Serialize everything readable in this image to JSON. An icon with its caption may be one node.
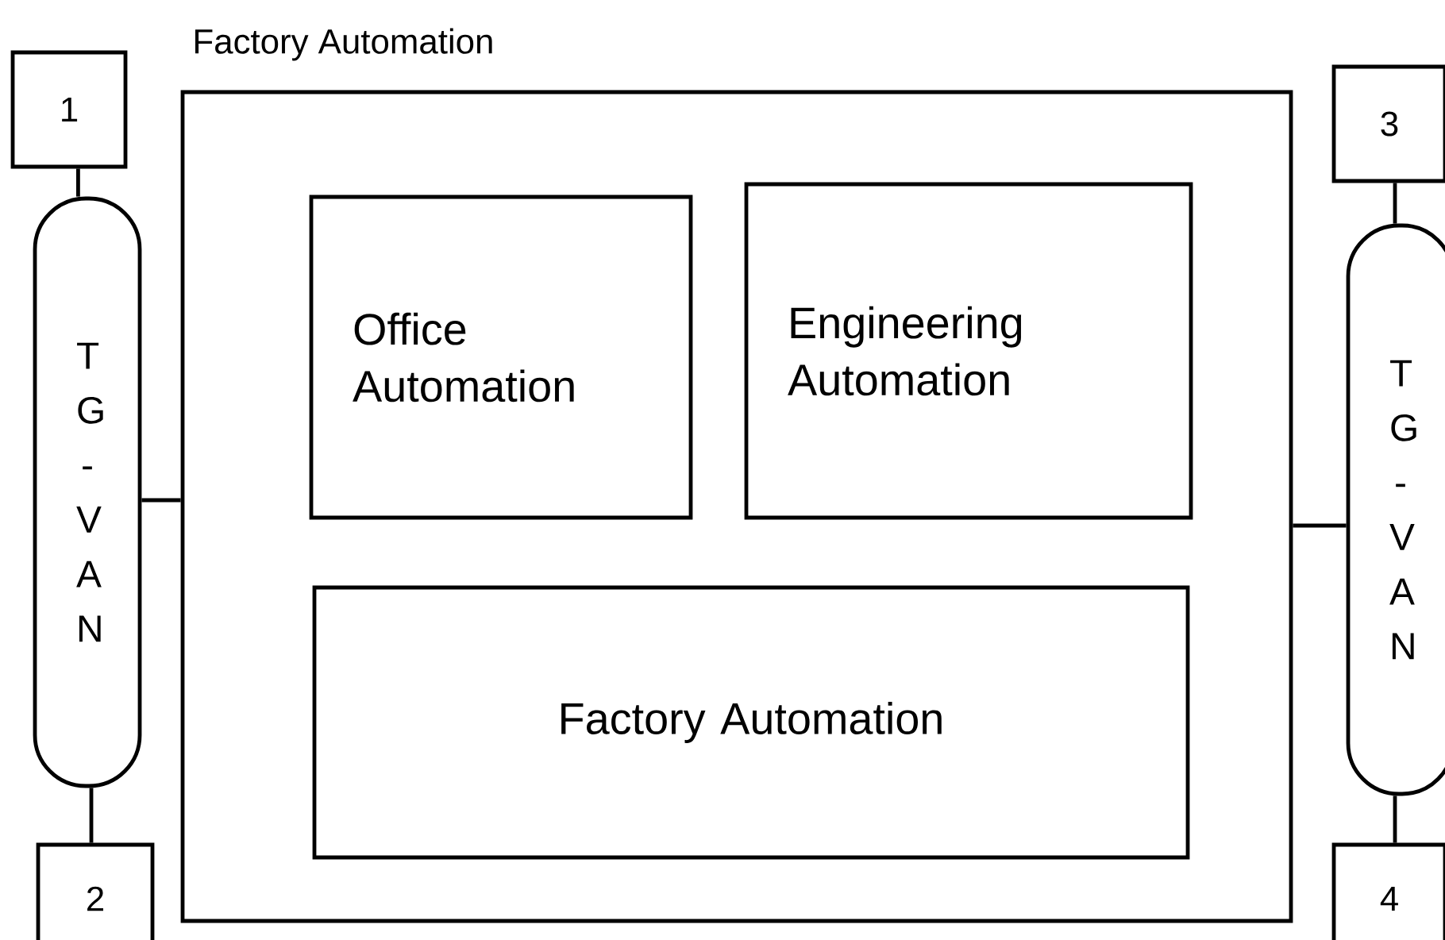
{
  "diagram": {
    "nodes": [
      {
        "text": [
          "1"
        ]
      },
      {
        "text": [
          "T G - V A N"
        ]
      },
      {
        "text": [
          "2"
        ]
      },
      {
        "text": [
          "Factory Automation"
        ]
      },
      {
        "text": [
          "Office Automation"
        ],
        "in": 3
      },
      {
        "text": [
          "Engineering Automation"
        ],
        "in": 3
      },
      {
        "text": [
          "Factory Automation"
        ],
        "in": 3
      },
      {
        "text": [
          "3"
        ]
      },
      {
        "text": [
          "T G - V A N"
        ]
      },
      {
        "text": [
          "4"
        ]
      }
    ],
    "edges": [
      {
        "from": 0,
        "to": 1,
        "arrow": "none"
      },
      {
        "from": 1,
        "to": 2,
        "arrow": "none"
      },
      {
        "from": 1,
        "to": 3,
        "arrow": "none"
      },
      {
        "from": 3,
        "to": 8,
        "arrow": "none"
      },
      {
        "from": 7,
        "to": 8,
        "arrow": "none"
      },
      {
        "from": 8,
        "to": 9,
        "arrow": "none"
      }
    ]
  }
}
